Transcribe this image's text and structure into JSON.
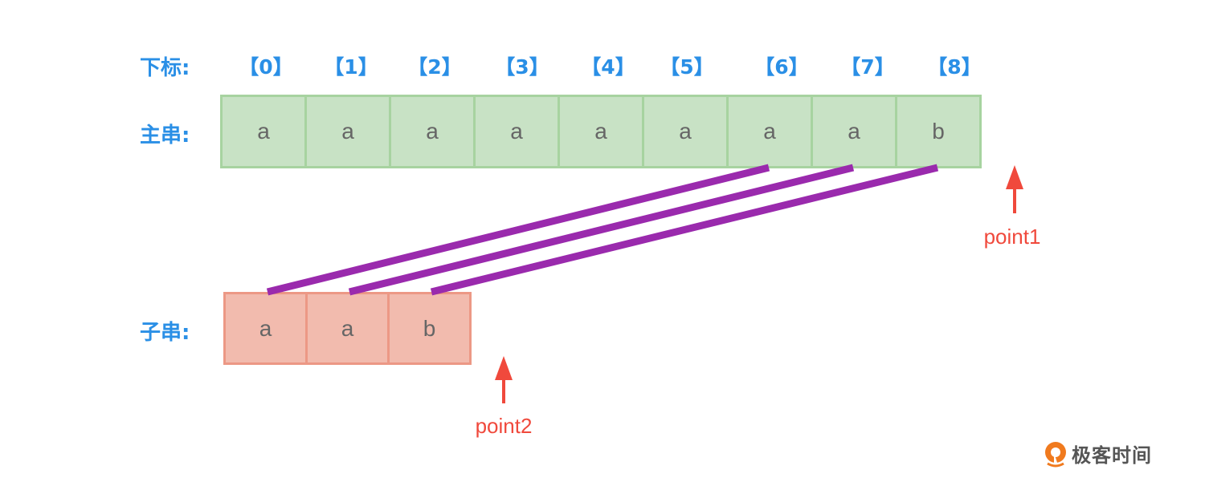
{
  "labels": {
    "index": "下标:",
    "main": "主串:",
    "sub": "子串:"
  },
  "indices": [
    "【0】",
    "【1】",
    "【2】",
    "【3】",
    "【4】",
    "【5】",
    "【6】",
    "【7】",
    "【8】"
  ],
  "main_string": [
    "a",
    "a",
    "a",
    "a",
    "a",
    "a",
    "a",
    "a",
    "b"
  ],
  "sub_string": [
    "a",
    "a",
    "b"
  ],
  "alignment": {
    "description": "Sub-string characters matched against main string positions",
    "pairs": [
      {
        "sub_index": 0,
        "main_index": 6
      },
      {
        "sub_index": 1,
        "main_index": 7
      },
      {
        "sub_index": 2,
        "main_index": 8
      }
    ]
  },
  "pointers": [
    {
      "name": "point1",
      "label": "point1",
      "points_after": "main_string",
      "position_index": 9
    },
    {
      "name": "point2",
      "label": "point2",
      "points_after": "sub_string",
      "position_index": 3
    }
  ],
  "colors": {
    "label_blue": "#2a8fe6",
    "main_fill": "#c8e2c5",
    "main_border": "#a7d3a0",
    "sub_fill": "#f2bbae",
    "sub_border": "#ec9885",
    "connector": "#9a2aad",
    "pointer_red": "#f0493c"
  },
  "watermark": {
    "text": "极客时间"
  }
}
